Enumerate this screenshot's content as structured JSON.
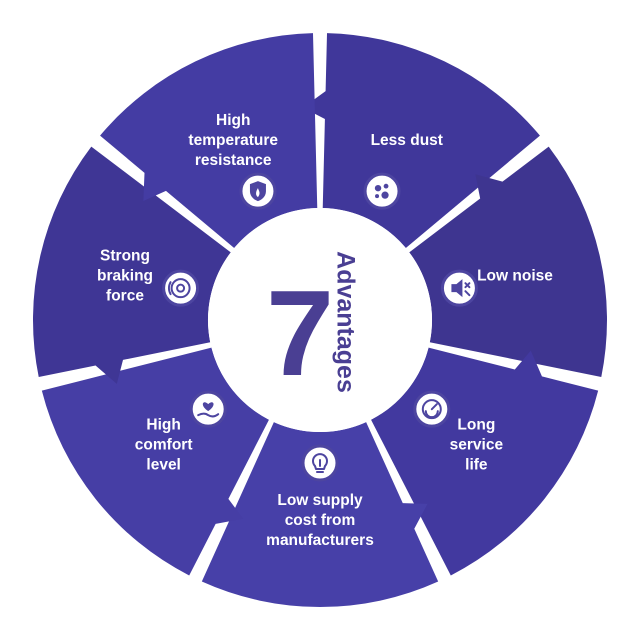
{
  "diagram": {
    "center": {
      "number": "7",
      "word": "Advantages"
    },
    "segments": [
      {
        "key": "less-dust",
        "label_lines": [
          "Less dust"
        ],
        "color": "#40379a",
        "icon": "dust-particles-icon"
      },
      {
        "key": "low-noise",
        "label_lines": [
          "Low noise"
        ],
        "color": "#3e3590",
        "icon": "speaker-muted-icon"
      },
      {
        "key": "long-service-life",
        "label_lines": [
          "Long",
          "service",
          "life"
        ],
        "color": "#42399f",
        "icon": "gauge-timer-icon"
      },
      {
        "key": "low-supply-cost",
        "label_lines": [
          "Low supply",
          "cost from",
          "manufacturers"
        ],
        "color": "#4740a8",
        "icon": "lightbulb-icon"
      },
      {
        "key": "high-comfort-level",
        "label_lines": [
          "High",
          "comfort",
          "level"
        ],
        "color": "#463ea5",
        "icon": "heart-hand-icon"
      },
      {
        "key": "strong-braking-force",
        "label_lines": [
          "Strong",
          "braking",
          "force"
        ],
        "color": "#3f3695",
        "icon": "brake-disc-icon"
      },
      {
        "key": "high-temperature-resistance",
        "label_lines": [
          "High",
          "temperature",
          "resistance"
        ],
        "color": "#443ca3",
        "icon": "shield-flame-icon"
      }
    ]
  }
}
